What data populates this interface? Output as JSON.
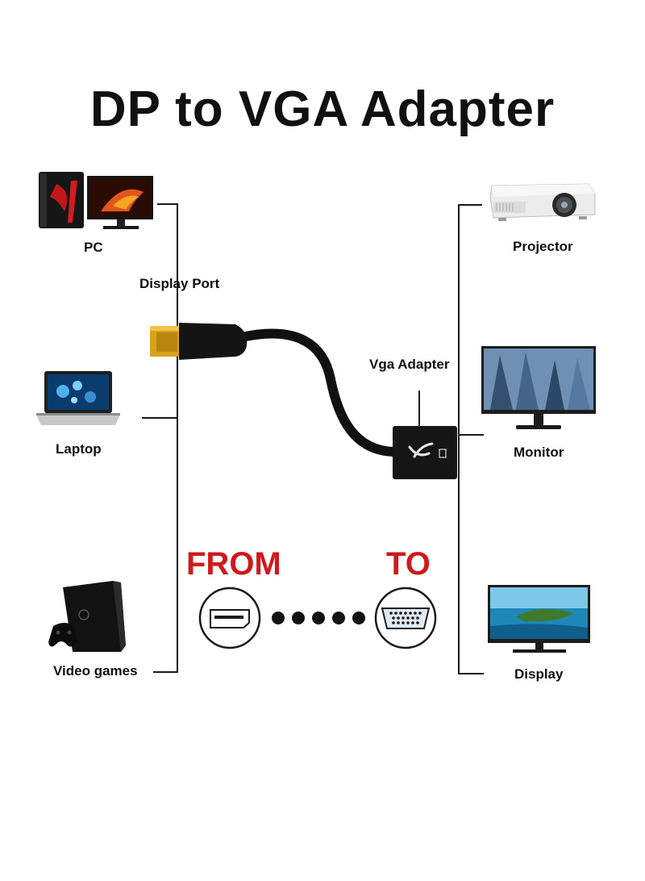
{
  "title": "DP to VGA Adapter",
  "left_devices": [
    {
      "label": "PC",
      "icon": "pc-tower-monitor-icon"
    },
    {
      "label": "Laptop",
      "icon": "laptop-icon"
    },
    {
      "label": "Video games",
      "icon": "game-console-icon"
    }
  ],
  "right_devices": [
    {
      "label": "Projector",
      "icon": "projector-icon"
    },
    {
      "label": "Monitor",
      "icon": "monitor-icon"
    },
    {
      "label": "Display",
      "icon": "display-icon"
    }
  ],
  "callouts": {
    "display_port": "Display Port",
    "vga_adapter": "Vga Adapter"
  },
  "conversion": {
    "from_label": "FROM",
    "to_label": "TO",
    "from_icon": "displayport-port-icon",
    "to_icon": "vga-port-icon"
  },
  "colors": {
    "accent_red": "#d0191c",
    "connector_gold": "#d9a21a",
    "cable_black": "#111111"
  }
}
